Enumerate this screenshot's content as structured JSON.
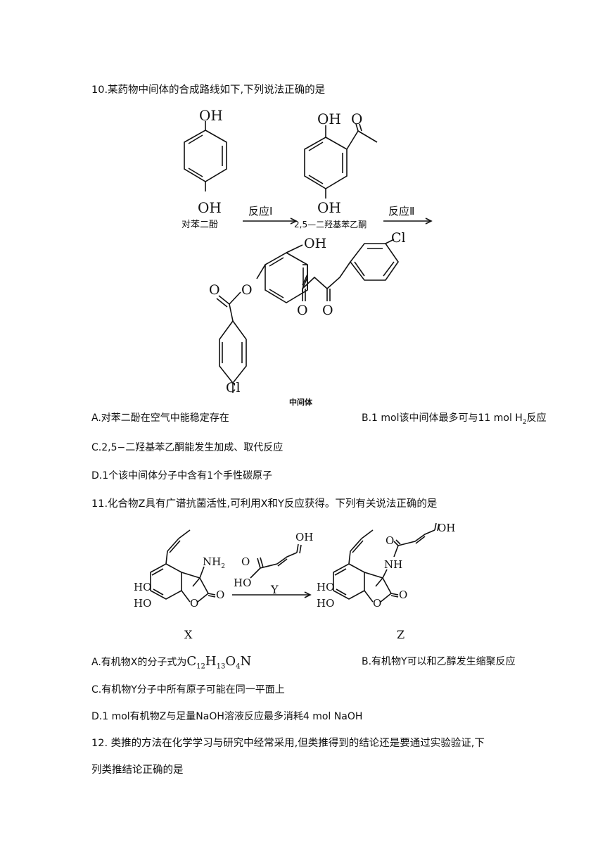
{
  "q10": {
    "stem": "10.某药物中间体的合成路线如下,下列说法正确的是",
    "reactants": {
      "hydroquinone_label": "对苯二酚",
      "product1_label": "2,5—二羟基苯乙酮",
      "intermediate_label": "中间体",
      "reaction1": "反应Ⅰ",
      "reaction2": "反应Ⅱ"
    },
    "atoms": {
      "oh": "OH",
      "o": "O",
      "cl": "Cl"
    },
    "options": {
      "A": "A.对苯二酚在空气中能稳定存在",
      "B_pre": "B.1 mol该中间体最多可与11 mol H",
      "B_sub": "2",
      "B_post": "反应",
      "C": "C.2,5−二羟基苯乙酮能发生加成、取代反应",
      "D": "D.1个该中间体分子中含有1个手性碳原子"
    }
  },
  "q11": {
    "stem": "11.化合物Z具有广谱抗菌活性,可利用X和Y反应获得。下列有关说法正确的是",
    "labels": {
      "X": "X",
      "Y": "Y",
      "Z": "Z"
    },
    "atoms": {
      "ho": "HO",
      "oh": "OH",
      "nh2": "NH",
      "nh2_sub": "2",
      "nh": "NH",
      "o": "O"
    },
    "options": {
      "A_pre": "A.有机物X的分子式为",
      "A_formula": [
        [
          "C",
          "12"
        ],
        [
          "H",
          "13"
        ],
        [
          "O",
          "4"
        ],
        [
          "N",
          ""
        ]
      ],
      "B": "B.有机物Y可以和乙醇发生缩聚反应",
      "C": "C.有机物Y分子中所有原子可能在同一平面上",
      "D": "D.1 mol有机物Z与足量NaOH溶液反应最多消耗4 mol NaOH"
    }
  },
  "q12": {
    "stem_line1": "12. 类推的方法在化学学习与研究中经常采用,但类推得到的结论还是要通过实验验证,下",
    "stem_line2": "列类推结论正确的是"
  }
}
